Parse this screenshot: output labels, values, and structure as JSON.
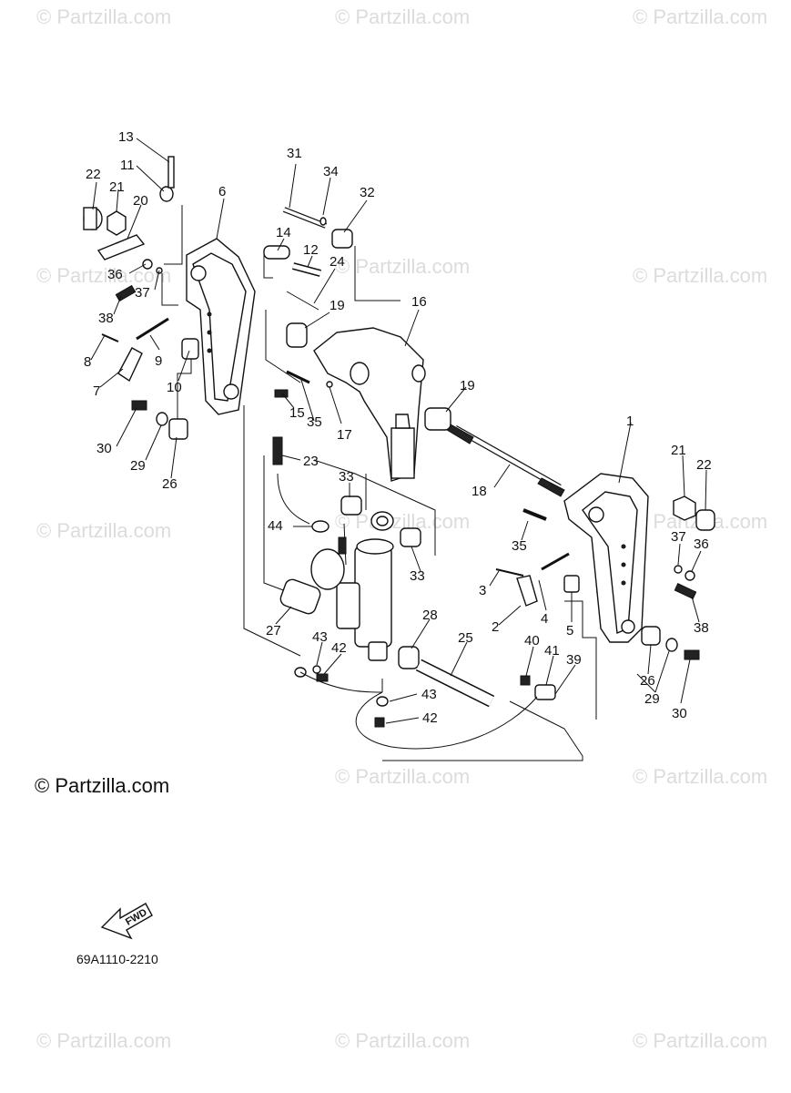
{
  "watermark": "© Partzilla.com",
  "copyright": "© Partzilla.com",
  "diagram_code": "69A1110-2210",
  "fwd_label": "FWD",
  "callouts": [
    "13",
    "11",
    "22",
    "21",
    "20",
    "6",
    "31",
    "34",
    "32",
    "14",
    "12",
    "24",
    "19",
    "16",
    "36",
    "37",
    "38",
    "9",
    "8",
    "7",
    "10",
    "15",
    "35",
    "17",
    "19",
    "30",
    "29",
    "26",
    "23",
    "1",
    "21",
    "22",
    "18",
    "33",
    "44",
    "35",
    "37",
    "36",
    "33",
    "3",
    "2",
    "4",
    "5",
    "38",
    "27",
    "28",
    "25",
    "43",
    "42",
    "40",
    "41",
    "39",
    "26",
    "29",
    "30",
    "43",
    "42"
  ]
}
